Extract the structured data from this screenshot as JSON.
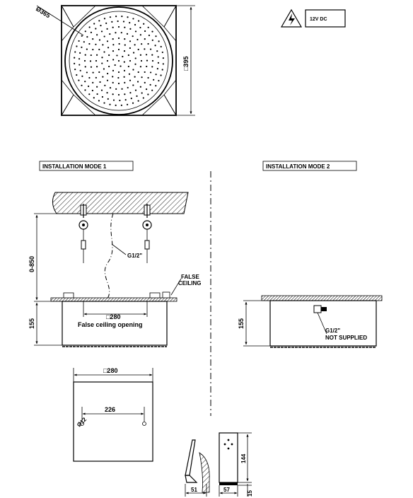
{
  "top_view": {
    "diameter_label": "Ø365",
    "size_label": "□395"
  },
  "warning": {
    "voltage_label": "12V DC"
  },
  "mode1": {
    "title": "INSTALLATION MODE 1",
    "height_range_label": "0-850",
    "pipe_label": "G1/2\"",
    "false_ceiling_line1": "FALSE",
    "false_ceiling_line2": "CEILING",
    "opening_size_label": "□280",
    "opening_caption": "False ceiling opening",
    "body_height_label": "155"
  },
  "mode2": {
    "title": "INSTALLATION MODE 2",
    "body_height_label": "155",
    "pipe_label": "G1/2\"",
    "not_supplied_label": "NOT SUPPLIED"
  },
  "template": {
    "size_label": "□280",
    "hole_spacing_label": "226",
    "hole_diameter_label": "Ø12"
  },
  "remote": {
    "side_width_label": "51",
    "front_width_label": "57",
    "height_label": "144",
    "depth_label": "15"
  }
}
